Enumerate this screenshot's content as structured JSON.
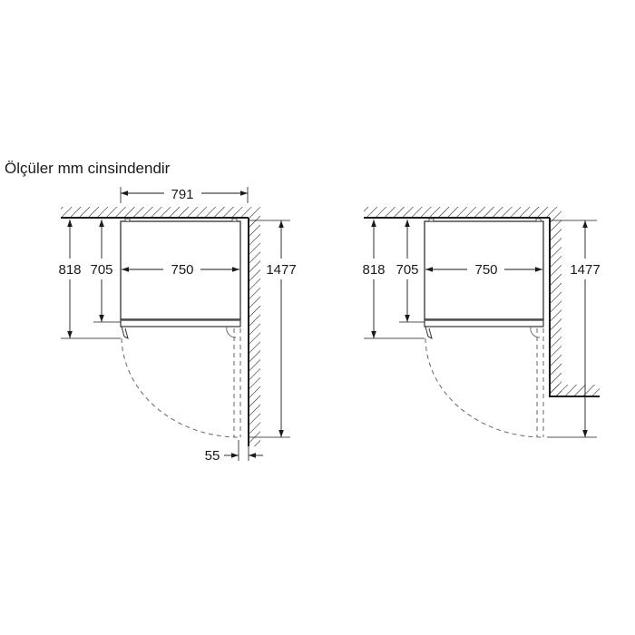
{
  "title": "Ölçüler mm cinsindendir",
  "units": "mm",
  "diagrams": [
    {
      "id": "left",
      "installation": "full-height side wall",
      "dimensions": {
        "top_clearance_width": "791",
        "total_depth_with_door": "818",
        "body_depth": "705",
        "body_width": "750",
        "door_swing_depth": "1477",
        "wall_gap": "55"
      }
    },
    {
      "id": "right",
      "installation": "short side wall",
      "dimensions": {
        "total_depth_with_door": "818",
        "body_depth": "705",
        "body_width": "750",
        "door_swing_depth": "1477"
      }
    }
  ],
  "colors": {
    "line": "#1a1a1a",
    "dashed": "#666666",
    "background": "#ffffff"
  }
}
